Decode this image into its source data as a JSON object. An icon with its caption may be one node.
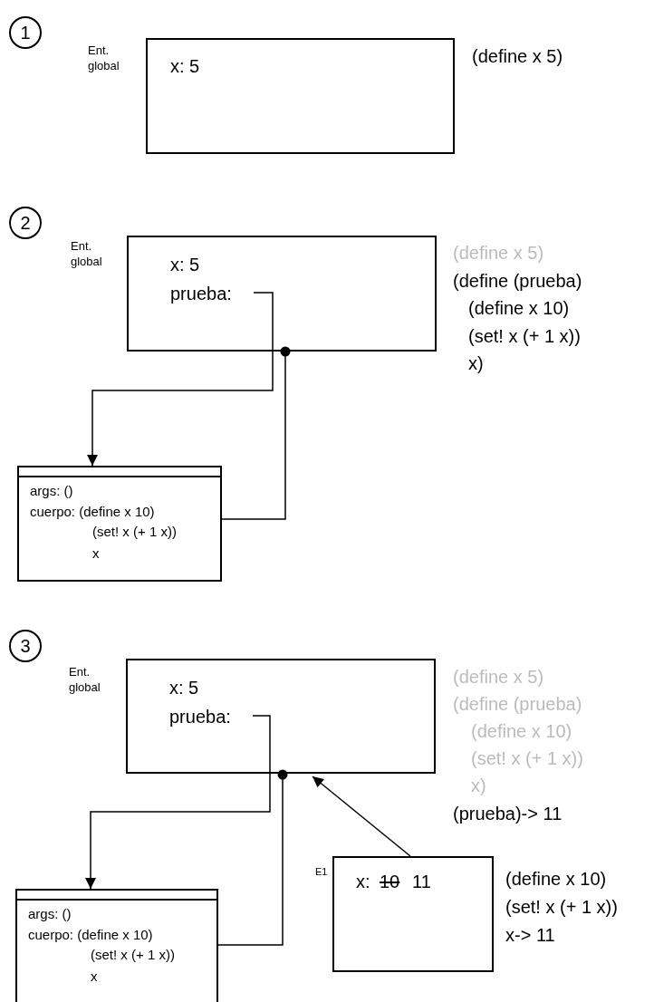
{
  "diagram": {
    "nodes": [
      {
        "text": [
          "1"
        ]
      },
      {
        "text": [
          "x: 5"
        ],
        "beside": [
          "Ent. global",
          "(define x 5)"
        ]
      },
      {
        "text": [
          "2"
        ]
      },
      {
        "text": [
          "x: 5",
          "prueba:"
        ],
        "beside": [
          "Ent. global",
          "(define x 5)",
          "(define (prueba)",
          "(define x 10)",
          "(set! x (+ 1 x))",
          "x)"
        ]
      },
      {
        "text": [
          "args: ()",
          "cuerpo: (define x 10)",
          "(set! x (+ 1 x))",
          "x"
        ]
      },
      {
        "text": [
          "3"
        ]
      },
      {
        "text": [
          "x: 5",
          "prueba:"
        ],
        "beside": [
          "Ent. global",
          "(define x 5)",
          "(define (prueba)",
          "(define x 10)",
          "(set! x (+ 1 x))",
          "x)",
          "(prueba)-> 11"
        ]
      },
      {
        "text": [
          "args: ()",
          "cuerpo: (define x 10)",
          "(set! x (+ 1 x))",
          "x"
        ]
      },
      {
        "text": [
          "x:",
          "10",
          "11"
        ],
        "beside": [
          "E1",
          "(define x 10)",
          "(set! x (+ 1 x))",
          "x-> 11"
        ]
      }
    ],
    "edges": [
      {
        "from": 3,
        "to": 4,
        "arrow": "to"
      },
      {
        "from": 4,
        "to": 3,
        "arrow": "other"
      },
      {
        "from": 6,
        "to": 7,
        "arrow": "to"
      },
      {
        "from": 7,
        "to": 6,
        "arrow": "other"
      },
      {
        "from": 8,
        "to": 6,
        "arrow": "to"
      }
    ]
  }
}
